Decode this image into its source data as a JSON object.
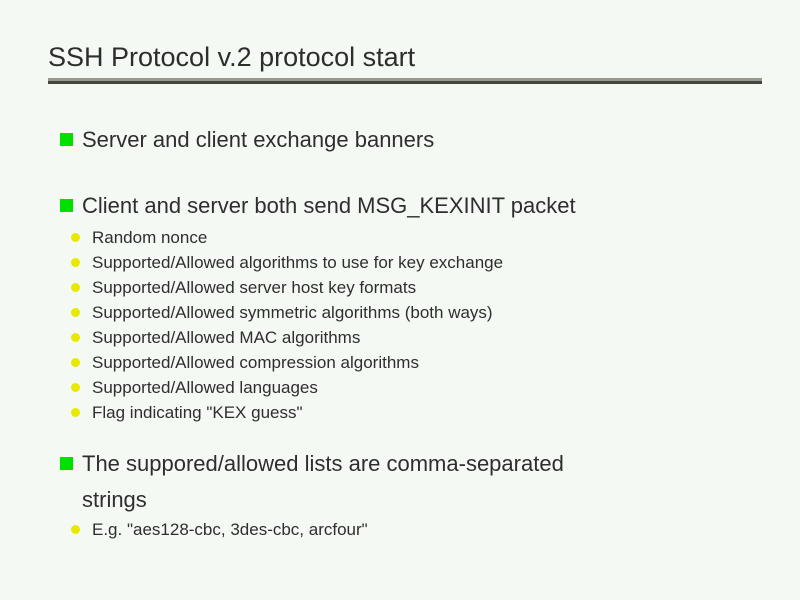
{
  "slide": {
    "title": "SSH Protocol v.2 protocol start",
    "bullets": {
      "item1": "Server and client exchange banners",
      "item2": "Client and server both send MSG_KEXINIT packet",
      "item2_sub": [
        "Random nonce",
        "Supported/Allowed algorithms to use for key exchange",
        "Supported/Allowed server host key formats",
        "Supported/Allowed symmetric algorithms (both ways)",
        "Supported/Allowed MAC algorithms",
        "Supported/Allowed compression algorithms",
        "Supported/Allowed languages",
        "Flag indicating \"KEX guess\""
      ],
      "item3_line1": "The suppored/allowed lists are comma-separated",
      "item3_line2": "strings",
      "item3_sub": [
        "E.g. \"aes128-cbc, 3des-cbc, arcfour\""
      ]
    },
    "colors": {
      "background": "#f4faf3",
      "text": "#2e2e2e",
      "level1_bullet_green": "#00e000",
      "level2_bullet_yellow": "#e8e800",
      "rule_top": "#989a90",
      "rule_bottom": "#45463f"
    }
  }
}
